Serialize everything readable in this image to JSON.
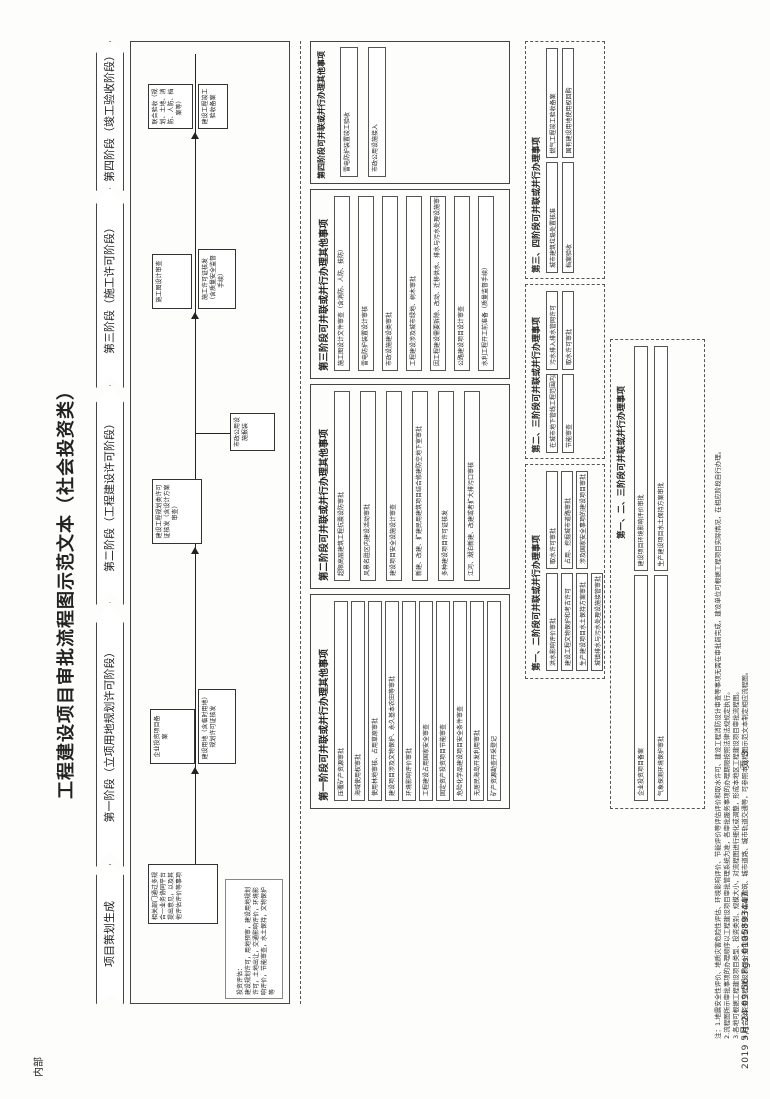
{
  "document": {
    "title": "工程建设项目审批流程图示范文本（社会投资类）",
    "corner_label": "内部",
    "page_number": "页 3",
    "fax_header": "2019 5月 24 09:56 Fgs 0105893447"
  },
  "phases": [
    "项目策划生成",
    "第一阶段（立项用地规划许可阶段）",
    "第二阶段（工程建设许可阶段）",
    "第三阶段（施工许可阶段）",
    "第四阶段（竣工验收阶段）"
  ],
  "planning": {
    "box_text": "相关部门通过多规合一业务协同平台提出意见，以及其他评估评价等事项",
    "note_text": "投资评估：\n建设规划许可，用地预审，建设用地规划许可，土地出让，交通影响评价，环境影响评价，节能审查，水土保持，文物保护等"
  },
  "flow": {
    "p1_main": "企业投资项目备案",
    "p1_sub": "建设用地（含临时用地）规划许可证核发",
    "p2_main": "建设工程规划类许可证核发（含设计方案审查）",
    "p2_side": "市政公用设施报装",
    "p3_main": "施工图设计审查",
    "p3_sub": "施工许可证核发（含质量安全监督手续）",
    "p4_main": "联合验收（规划、土地、消防、人防、档案等）",
    "p4_sub": "建设工程竣工验收备案"
  },
  "parallel": {
    "p1_title": "第一阶段可并联或并行办理其他事项",
    "p1_items": [
      "压覆矿产资源审批",
      "海域使用权审批",
      "使用林地审核、占用草原审批",
      "建设项目涉及文物保护、永久基本农田等审批",
      "环境影响评价审批",
      "工程建设占用国家安全审查",
      "固定资产投资项目节能审查",
      "危险化学品建设项目安全条件审查",
      "无居民海岛开发利用审批",
      "矿产资源勘查开采登记"
    ],
    "p2_title": "第二阶段可并联或并行办理其他事项",
    "p2_items": [
      "超限高层建筑工程抗震设防审批",
      "风景名胜区内建设活动审批",
      "建设项目安全设施设计审查",
      "新建、改建、扩建民用建筑项目结合修建防空地下室审批",
      "多种建设项目许可证核发",
      "江河、湖泊新建、改建或者扩大排污口审核"
    ],
    "p3_title": "第三阶段可并联或并行办理其他事项",
    "p3_items": [
      "施工图设计文件审查（含消防、人防、技防）",
      "雷电防护装置设计审核",
      "市政设施建设类审批",
      "工程建设涉及城市绿地、树木审批",
      "因工程建设需要拆除、改动、迁移供水、排水与污水处理设施审核",
      "公路建设项目设计审查",
      "水利工程开工前准备（质量监督手续）"
    ],
    "p4_title": "第四阶段可并联或并行办理其他事项",
    "p4_items": [
      "雷电防护装置竣工验收",
      "市政公用设施接入"
    ]
  },
  "cross": {
    "title12": "第一、二阶段可并联或并行办理事项",
    "items12": [
      "洪水影响评价审批",
      "取水许可审批",
      "建设工程文物保护和考古许可",
      "占用、挖掘城市道路审批",
      "生产建设项目水土保持方案审批",
      "涉及国家安全事项的建设项目审批",
      "城镇排水与污水处理设施接管审批"
    ],
    "title123": "第一、二、三阶段可并联或并行办理事项",
    "items123": [
      "企业投资项目备案",
      "建设项目环境影响评价审批",
      "气象探测环境保护审批",
      "生产建设项目水土保持方案审批"
    ],
    "title23": "第二、三阶段可并联或并行办理事项",
    "items23": [
      "在城市地下管线工程范围内施工审批",
      "污水排入排水管网许可",
      "节能审查",
      "取水许可审批"
    ],
    "title34": "第三、四阶段可并联或并行办理事项",
    "items34": [
      "城市建筑垃圾处置核准",
      "燃气工程竣工验收备案",
      "档案验收",
      "国有建设用地使用权回购"
    ]
  },
  "notes": [
    "注：1.地震安全性评价、地质灾害危险性评估、环境影响评价、节能评价等评估评价和取水许可、建设工程消防设计审查等事项无需在审批前完成，建设单位可根据工程项目实际情况，在相应阶段自行办理。",
    "2.流程图所示审批事项的办理顺序以工程建设项目审批管理系统为准，各审批服务事项的办理期限按照法律法规规定执行。",
    "3.各地可根据工程建设项目类型、投资类别、规模大小，对流程图进行细化或调整，形成本地区工程建设项目审批流程图。",
    "4.社会投资类工程建设项目分类包括但不限于房屋建筑、城市道路、城市轨道交通等，可参照本流程图示范文本制定相应流程图。"
  ]
}
